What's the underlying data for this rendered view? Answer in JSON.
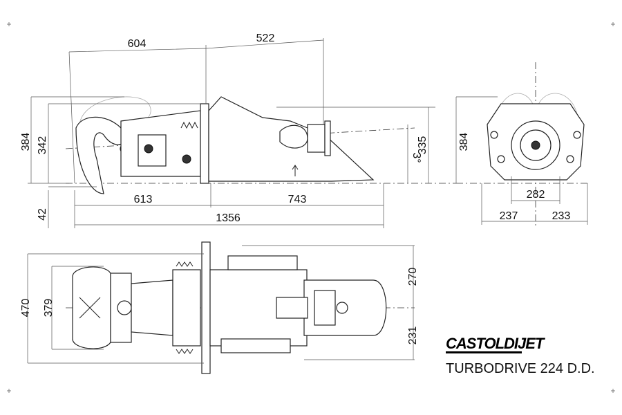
{
  "title": "TURBODRIVE 224  D.D.",
  "brand": "CASTOLDIJET",
  "side_view": {
    "dimensions": {
      "top_left": "604",
      "top_right": "522",
      "height_total": "384",
      "height_inner": "342",
      "below": "42",
      "len_front": "613",
      "len_rear": "743",
      "len_total": "1356",
      "angle": "3°",
      "height_rear": "335"
    }
  },
  "rear_view": {
    "dimensions": {
      "height": "384",
      "width_inner": "282",
      "width_left": "237",
      "width_right": "233"
    }
  },
  "top_view": {
    "dimensions": {
      "width_total": "470",
      "width_inner": "379",
      "upper": "270",
      "lower": "231"
    }
  }
}
